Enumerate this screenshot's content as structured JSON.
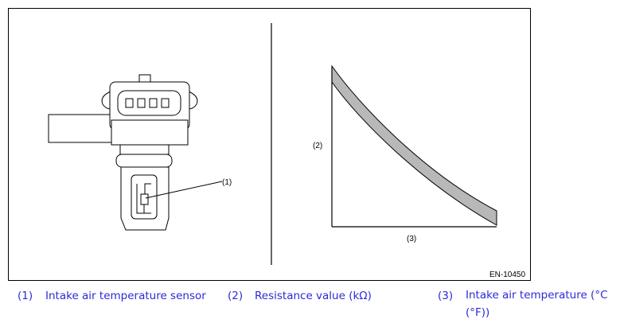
{
  "figure": {
    "code": "EN-10450",
    "callouts": {
      "sensor": "(1)",
      "resistance_axis": "(2)",
      "temperature_axis": "(3)"
    }
  },
  "legend": [
    {
      "number": "(1)",
      "text": "Intake air temperature sensor"
    },
    {
      "number": "(2)",
      "text": "Resistance value (kΩ)"
    },
    {
      "number": "(3)",
      "text": "Intake air temperature (°C (°F))"
    }
  ],
  "colors": {
    "legend_text": "#2b2bd6",
    "curve_band": "#b8b8b8"
  }
}
